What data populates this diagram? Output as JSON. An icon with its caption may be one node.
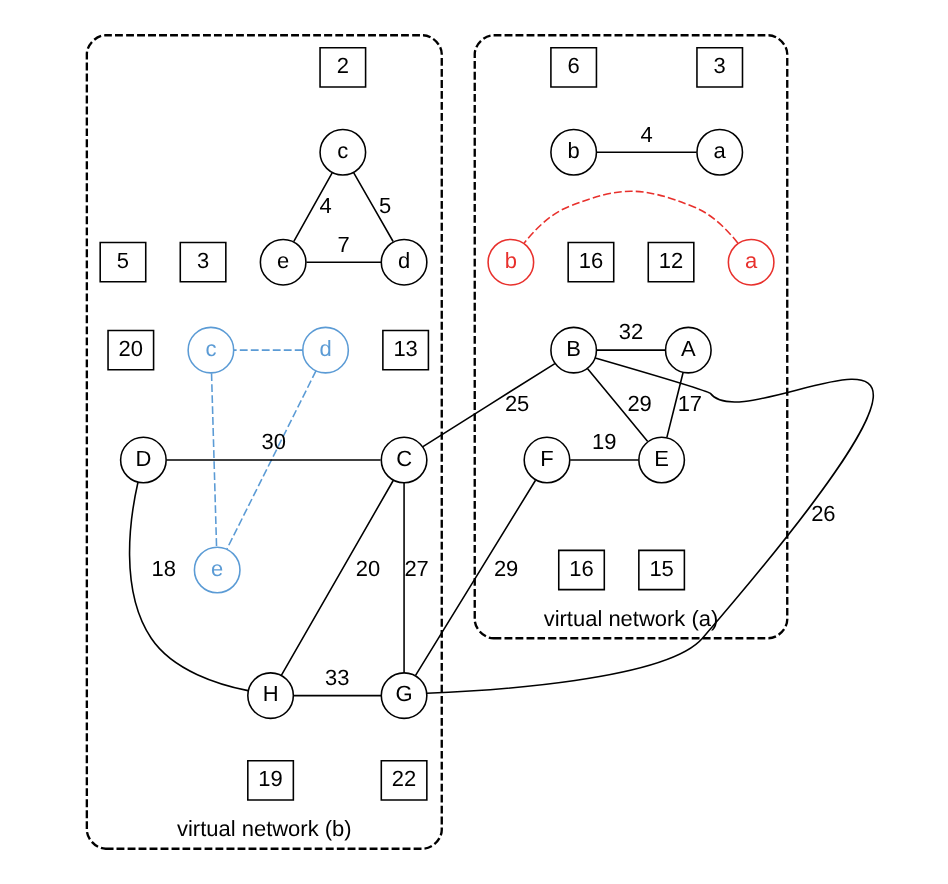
{
  "diagram": {
    "nodes": [
      {
        "text": [
          "virtual network (a)"
        ]
      },
      {
        "text": [
          "3"
        ],
        "in": 0
      },
      {
        "text": [
          "6"
        ],
        "in": 0
      },
      {
        "text": [
          "a"
        ],
        "in": 0
      },
      {
        "text": [
          "b"
        ],
        "in": 0
      },
      {
        "text": [
          "virtual network (b)"
        ]
      },
      {
        "text": [
          "2"
        ],
        "in": 5
      },
      {
        "text": [
          "c"
        ],
        "in": 5
      },
      {
        "text": [
          "3"
        ],
        "in": 5
      },
      {
        "text": [
          "d"
        ],
        "in": 5
      },
      {
        "text": [
          "e"
        ],
        "in": 5
      },
      {
        "text": [
          "5"
        ],
        "in": 5
      },
      {
        "text": [
          "12"
        ],
        "in": 0
      },
      {
        "text": [
          "a"
        ],
        "in": 0
      },
      {
        "text": [
          "b"
        ],
        "in": 0
      },
      {
        "text": [
          "16"
        ],
        "in": 0
      },
      {
        "text": [
          "A"
        ],
        "in": 0
      },
      {
        "text": [
          "B"
        ],
        "in": 0
      },
      {
        "text": [
          "13"
        ],
        "in": 5
      },
      {
        "text": [
          "d"
        ],
        "in": 5
      },
      {
        "text": [
          "20"
        ],
        "in": 5
      },
      {
        "text": [
          "c"
        ],
        "in": 5
      },
      {
        "text": [
          "C"
        ],
        "in": 5
      },
      {
        "text": [
          "D"
        ],
        "in": 5
      },
      {
        "text": [
          "e"
        ],
        "in": 5
      },
      {
        "text": [
          "E"
        ],
        "in": 0
      },
      {
        "text": [
          "F"
        ],
        "in": 0
      },
      {
        "text": [
          "G"
        ],
        "in": 5
      },
      {
        "text": [
          "H"
        ],
        "in": 5
      },
      {
        "text": [
          "15"
        ],
        "in": 0
      },
      {
        "text": [
          "16"
        ],
        "in": 0
      },
      {
        "text": [
          "22"
        ],
        "in": 5
      },
      {
        "text": [
          "19"
        ],
        "in": 5
      }
    ],
    "edges": [
      {
        "from": 3,
        "to": 4,
        "arrow": "none",
        "label": "4"
      },
      {
        "from": 7,
        "to": 9,
        "arrow": "none",
        "label": "5"
      },
      {
        "from": 7,
        "to": 10,
        "arrow": "none",
        "label": "4"
      },
      {
        "from": 9,
        "to": 10,
        "arrow": "none",
        "label": "7"
      },
      {
        "from": 13,
        "to": 14,
        "arrow": "none",
        "style": "dashed",
        "color": "#e8302c"
      },
      {
        "from": 19,
        "to": 21,
        "arrow": "none",
        "style": "dashed",
        "color": "#5b9bd5"
      },
      {
        "from": 21,
        "to": 24,
        "arrow": "none",
        "style": "dashed",
        "color": "#5b9bd5"
      },
      {
        "from": 19,
        "to": 24,
        "arrow": "none",
        "style": "dashed",
        "color": "#5b9bd5"
      },
      {
        "from": 16,
        "to": 17,
        "arrow": "none",
        "label": "32"
      },
      {
        "from": 17,
        "to": 22,
        "arrow": "none",
        "label": "25"
      },
      {
        "from": 16,
        "to": 25,
        "arrow": "none",
        "label": "17"
      },
      {
        "from": 17,
        "to": 25,
        "arrow": "none",
        "label": "29"
      },
      {
        "from": 17,
        "to": 27,
        "arrow": "none",
        "label": "26"
      },
      {
        "from": 22,
        "to": 23,
        "arrow": "none",
        "label": "30"
      },
      {
        "from": 22,
        "to": 27,
        "arrow": "none",
        "label": "27"
      },
      {
        "from": 22,
        "to": 28,
        "arrow": "none",
        "label": "20"
      },
      {
        "from": 23,
        "to": 28,
        "arrow": "none",
        "label": "18"
      },
      {
        "from": 25,
        "to": 26,
        "arrow": "none",
        "label": "19"
      },
      {
        "from": 26,
        "to": 27,
        "arrow": "none",
        "label": "29"
      },
      {
        "from": 27,
        "to": 28,
        "arrow": "none",
        "label": "33"
      }
    ]
  }
}
